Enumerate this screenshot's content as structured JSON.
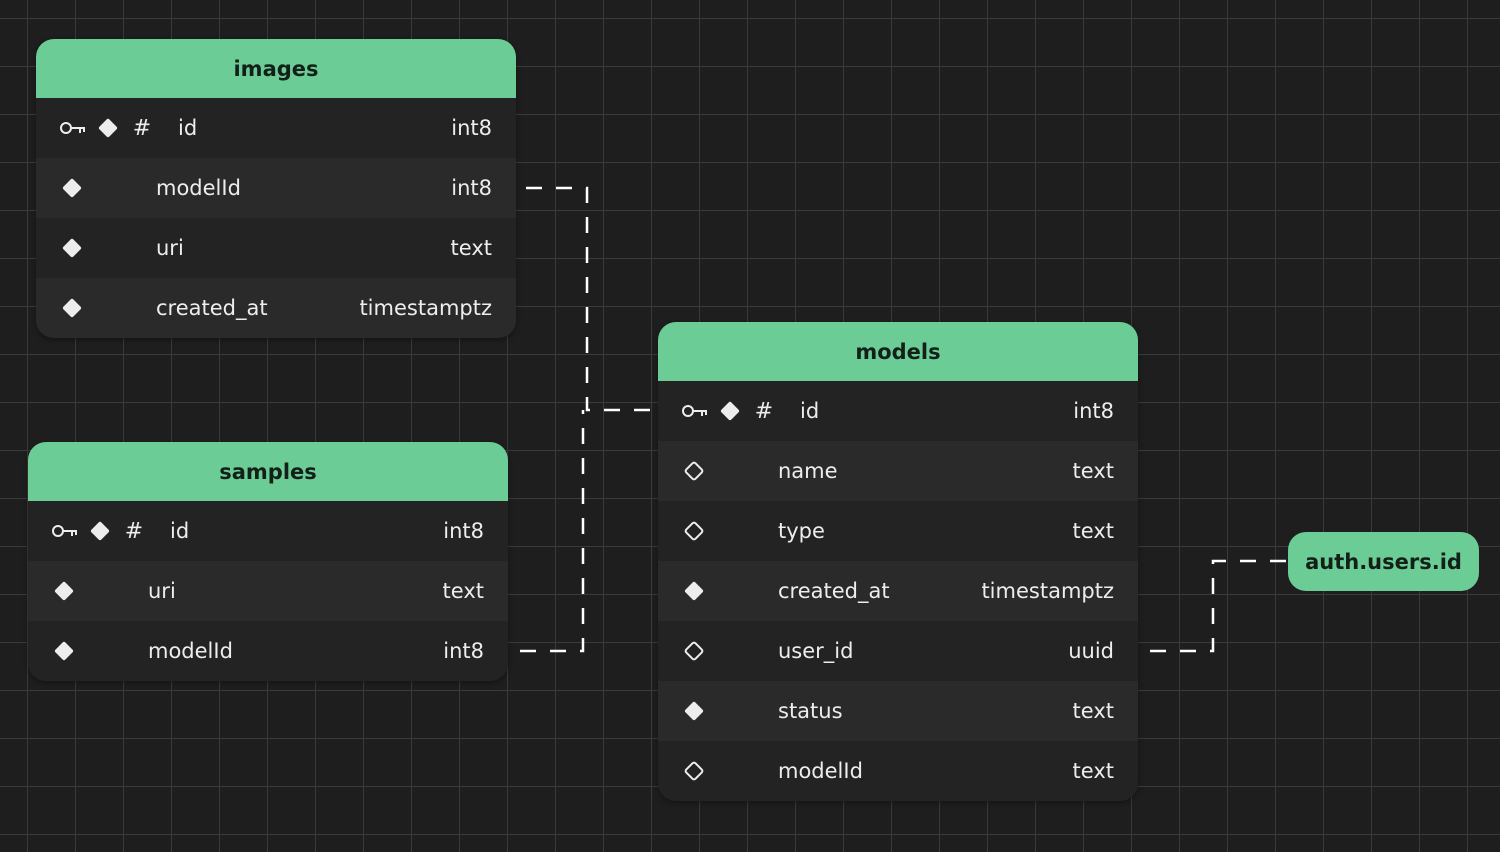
{
  "tables": {
    "images": {
      "name": "images",
      "columns": [
        {
          "name": "id",
          "type": "int8",
          "primary_key": true,
          "nullable": false,
          "identity": true
        },
        {
          "name": "modelId",
          "type": "int8",
          "nullable": false
        },
        {
          "name": "uri",
          "type": "text",
          "nullable": false
        },
        {
          "name": "created_at",
          "type": "timestamptz",
          "nullable": false
        }
      ]
    },
    "samples": {
      "name": "samples",
      "columns": [
        {
          "name": "id",
          "type": "int8",
          "primary_key": true,
          "nullable": false,
          "identity": true
        },
        {
          "name": "uri",
          "type": "text",
          "nullable": false
        },
        {
          "name": "modelId",
          "type": "int8",
          "nullable": false
        }
      ]
    },
    "models": {
      "name": "models",
      "columns": [
        {
          "name": "id",
          "type": "int8",
          "primary_key": true,
          "nullable": false,
          "identity": true
        },
        {
          "name": "name",
          "type": "text",
          "nullable": true
        },
        {
          "name": "type",
          "type": "text",
          "nullable": true
        },
        {
          "name": "created_at",
          "type": "timestamptz",
          "nullable": false
        },
        {
          "name": "user_id",
          "type": "uuid",
          "nullable": true
        },
        {
          "name": "status",
          "type": "text",
          "nullable": false
        },
        {
          "name": "modelId",
          "type": "text",
          "nullable": true
        }
      ]
    }
  },
  "external_ref": {
    "label": "auth.users.id"
  },
  "relationships": [
    {
      "from": "images.modelId",
      "to": "models.id"
    },
    {
      "from": "samples.modelId",
      "to": "models.id"
    },
    {
      "from": "models.user_id",
      "to": "auth.users.id"
    }
  ],
  "colors": {
    "background": "#1e1e1e",
    "grid": "#3a3a3a",
    "header": "#6bcc95",
    "header_text": "#132019",
    "row_text": "#ededed",
    "connector": "#ffffff"
  },
  "icon_names": {
    "primary_key": "key-icon",
    "not_null": "filled-diamond-icon",
    "nullable": "hollow-diamond-icon",
    "identity": "hash-icon"
  }
}
